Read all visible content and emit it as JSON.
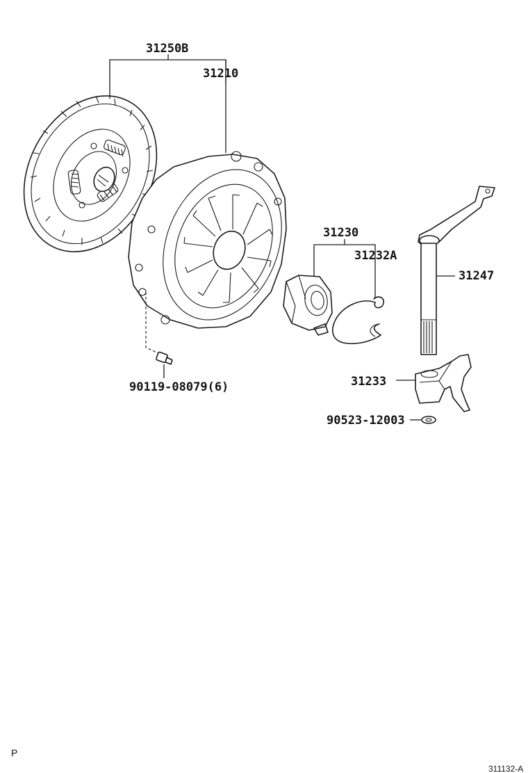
{
  "labels": {
    "p31250B": "31250B",
    "p31210": "31210",
    "p31230": "31230",
    "p31232A": "31232A",
    "p31247": "31247",
    "p31233": "31233",
    "p90119": "90119-08079(6)",
    "p90523": "90523-12003"
  },
  "footer": {
    "left_mark": "P",
    "diagram_code": "311132-A"
  }
}
